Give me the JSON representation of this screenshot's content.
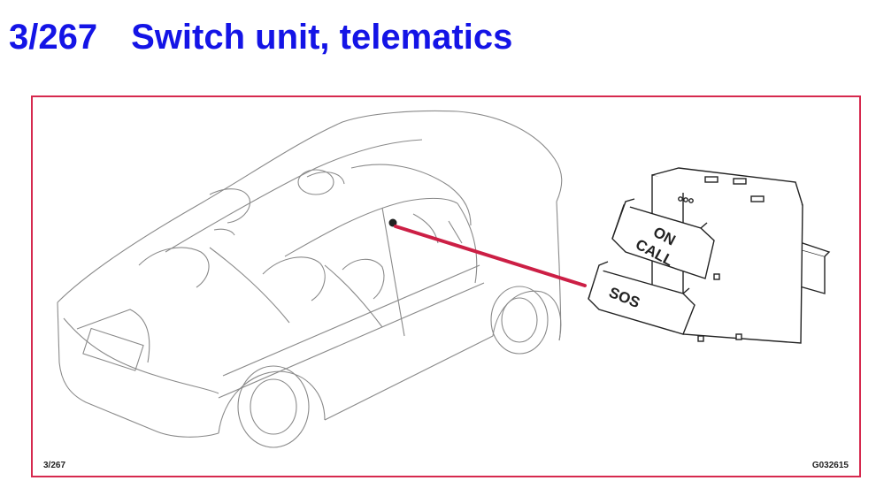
{
  "page": {
    "title_number": "3/267",
    "title_text": "Switch unit, telematics"
  },
  "diagram": {
    "caption_left": "3/267",
    "caption_right": "G032615",
    "button_top_line1": "ON",
    "button_top_line2": "CALL",
    "button_bottom": "SOS"
  },
  "colors": {
    "title": "#1414e6",
    "frame": "#d6294e",
    "pointer": "#cc1f45",
    "line_art": "#8a8a8a",
    "switch_line": "#222222"
  }
}
